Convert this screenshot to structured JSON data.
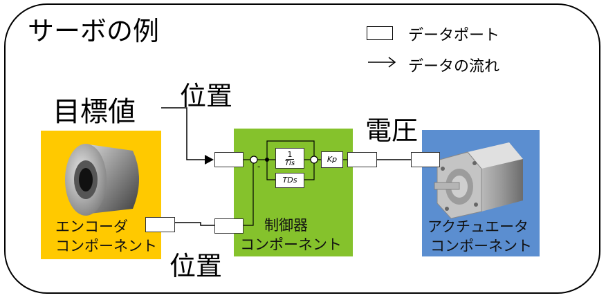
{
  "title": "サーボの例",
  "legend": {
    "port_label": "データポート",
    "flow_label": "データの流れ"
  },
  "target": {
    "label": "目標値"
  },
  "position_label_top": "位置",
  "position_label_bottom": "位置",
  "voltage_label": "電圧",
  "encoder": {
    "label_line1": "エンコーダ",
    "label_line2": "コンポーネント"
  },
  "controller": {
    "label_line1": "制御器",
    "label_line2": "コンポーネント",
    "integral_num": "1",
    "integral_den": "TIs",
    "derivative": "TDs",
    "gain": "Kp",
    "minus_sign": "-"
  },
  "actuator": {
    "label_line1": "アクチュエータ",
    "label_line2": "コンポーネント"
  },
  "colors": {
    "encoder_bg": "#ffc900",
    "controller_bg": "#85c22c",
    "actuator_bg": "#5b8ed0"
  }
}
